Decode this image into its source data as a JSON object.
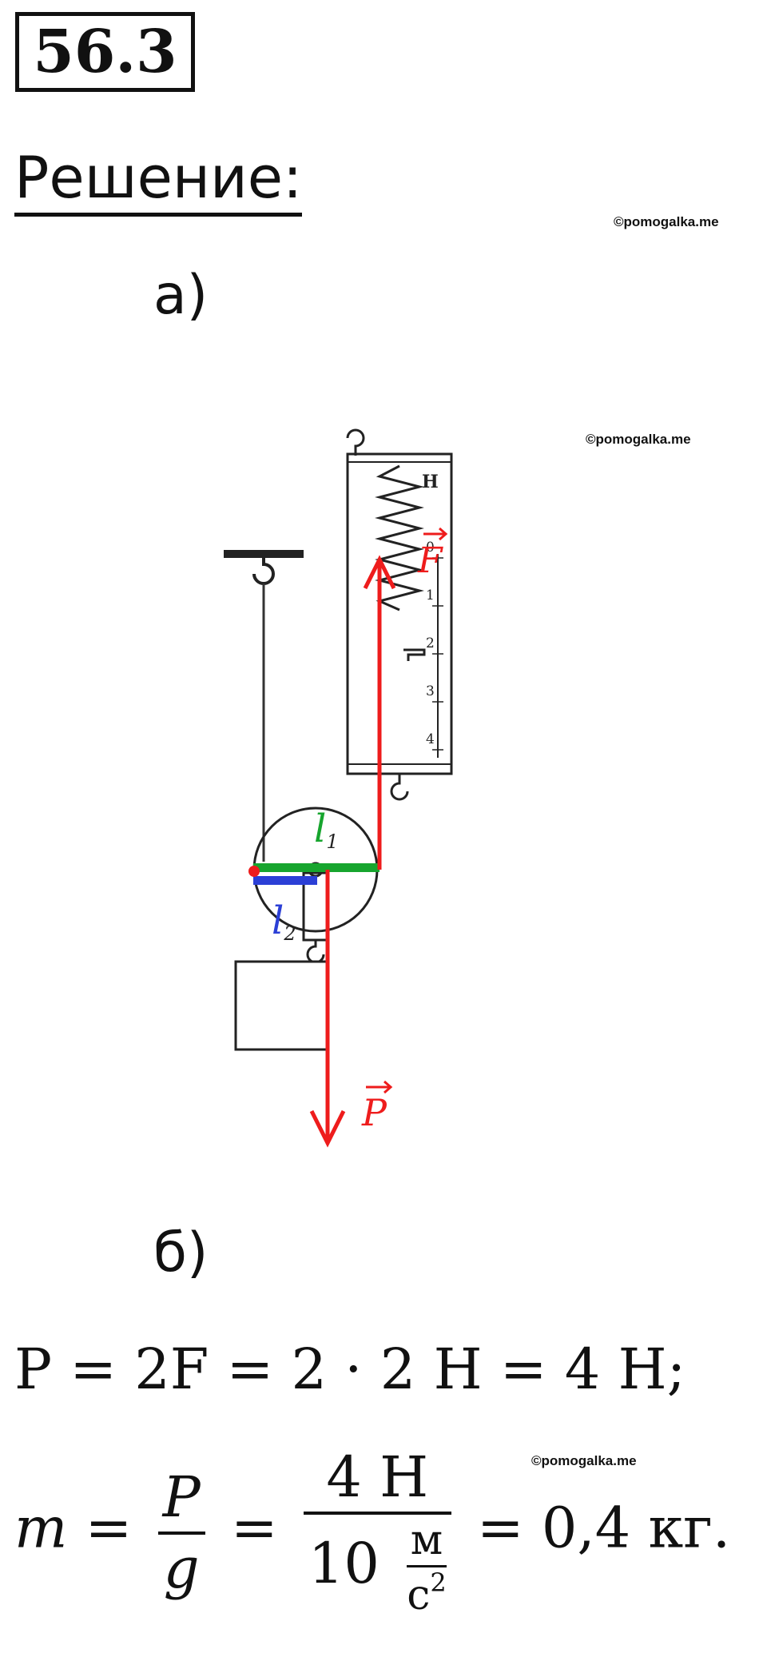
{
  "problem_number": "56.3",
  "solution_heading": "Решение:",
  "watermark": "©pomogalka.me",
  "part_a_label": "а)",
  "part_b_label": "б)",
  "diagram": {
    "scale_unit": "Н",
    "scale_marks": [
      "0",
      "1",
      "2",
      "3",
      "4"
    ],
    "label_l1": "l",
    "label_l1_sub": "1",
    "label_l2": "l",
    "label_l2_sub": "2",
    "force_F": "F",
    "force_P": "P",
    "colors": {
      "force": "#ee1c1c",
      "arm_l1": "#17a52e",
      "arm_l2": "#2b3fd6"
    }
  },
  "formula_1": "P = 2F = 2 · 2 Н = 4 Н;",
  "formula_2": {
    "lhs": "m",
    "eq": "=",
    "frac1_num": "P",
    "frac1_den": "g",
    "frac2_num": "4 Н",
    "frac2_den_value": "10",
    "unit_num": "м",
    "unit_den": "с",
    "unit_den_power": "2",
    "result": "= 0,4 кг."
  }
}
